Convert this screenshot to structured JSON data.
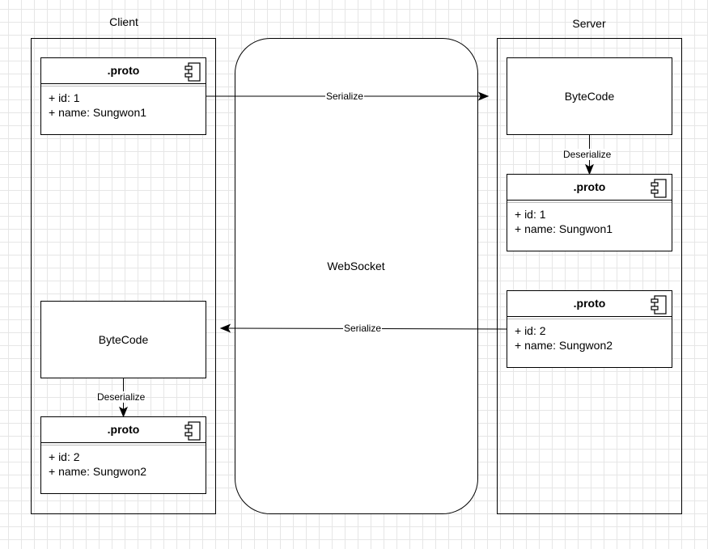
{
  "lanes": {
    "client": {
      "title": "Client"
    },
    "server": {
      "title": "Server"
    }
  },
  "websocket": {
    "label": "WebSocket"
  },
  "client_proto_top": {
    "title": ".proto",
    "fields": [
      "+ id: 1",
      "+ name: Sungwon1"
    ]
  },
  "client_bytecode": {
    "label": "ByteCode"
  },
  "client_proto_bottom": {
    "title": ".proto",
    "fields": [
      "+ id: 2",
      "+ name: Sungwon2"
    ]
  },
  "server_bytecode": {
    "label": "ByteCode"
  },
  "server_proto_top": {
    "title": ".proto",
    "fields": [
      "+ id: 1",
      "+ name: Sungwon1"
    ]
  },
  "server_proto_bottom": {
    "title": ".proto",
    "fields": [
      "+ id: 2",
      "+ name: Sungwon2"
    ]
  },
  "edges": {
    "serialize_client_to_server": "Serialize",
    "deserialize_server": "Deserialize",
    "serialize_server_to_client": "Serialize",
    "deserialize_client": "Deserialize"
  },
  "icons": {
    "component": "component-icon"
  },
  "colors": {
    "stroke": "#000000",
    "grid": "#e6e6e6",
    "background": "#ffffff"
  }
}
